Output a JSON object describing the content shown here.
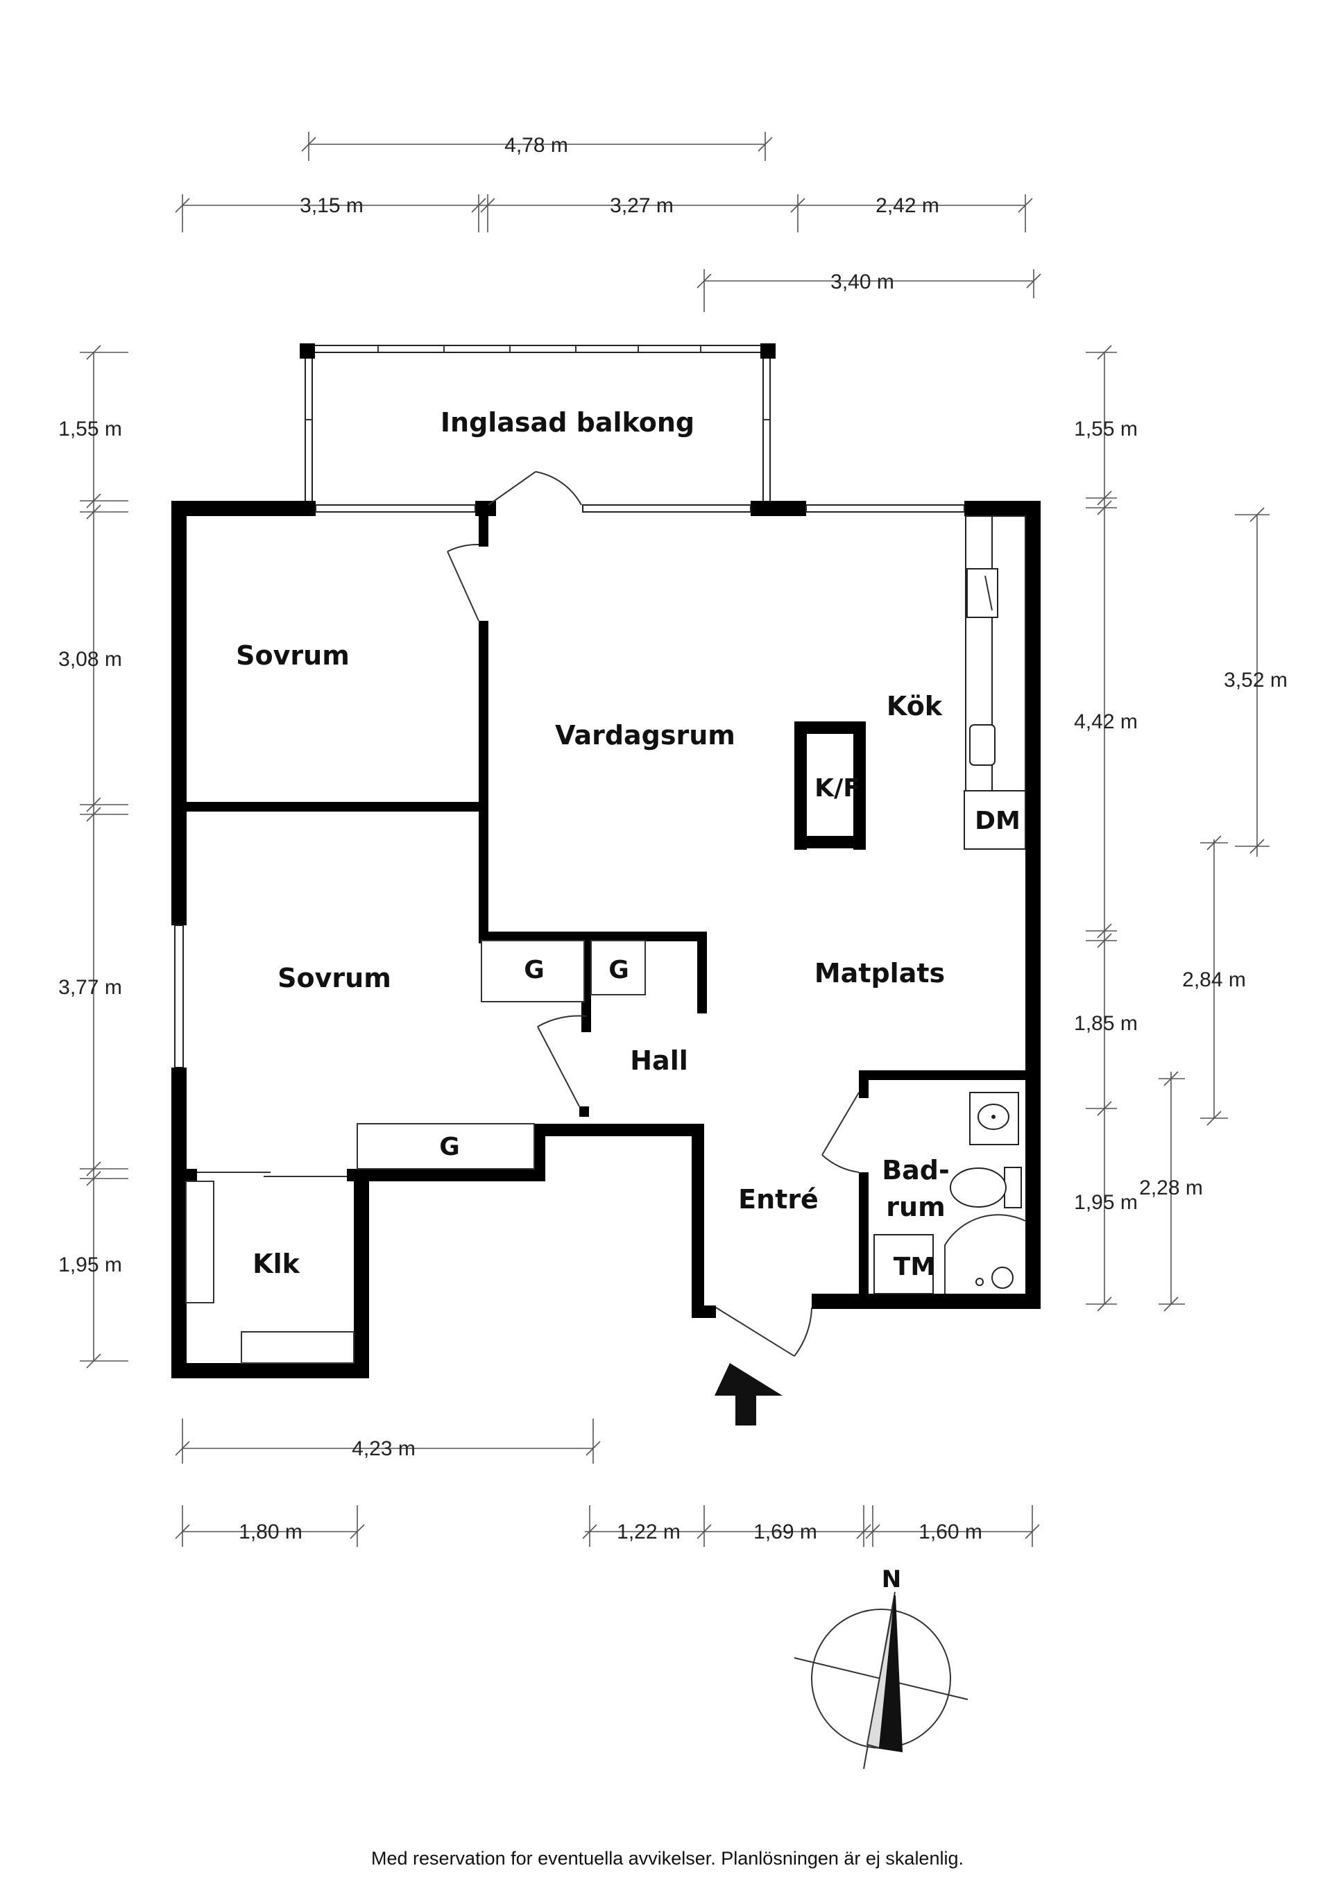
{
  "rooms": {
    "balcony": "Inglasad balkong",
    "bedroom_top": "Sovrum",
    "living": "Vardagsrum",
    "kitchen": "Kök",
    "bedroom_mid": "Sovrum",
    "dining": "Matplats",
    "hall": "Hall",
    "entrance": "Entré",
    "bath_1": "Bad-",
    "bath_2": "rum",
    "closet": "Klk"
  },
  "fixtures": {
    "fridge_freezer": "K/F",
    "dishwasher": "DM",
    "washer": "TM",
    "wardrobe_1": "G",
    "wardrobe_2": "G",
    "wardrobe_3": "G"
  },
  "dimensions": {
    "top_478": "4,78 m",
    "top_315": "3,15 m",
    "top_327": "3,27 m",
    "top_242": "2,42 m",
    "top_340": "3,40 m",
    "left_155": "1,55 m",
    "left_308": "3,08 m",
    "left_377": "3,77 m",
    "left_195": "1,95 m",
    "right_155": "1,55 m",
    "right_442": "4,42 m",
    "right_185": "1,85 m",
    "right_195": "1,95 m",
    "right_352": "3,52 m",
    "right_284": "2,84 m",
    "right_228": "2,28 m",
    "bottom_423": "4,23 m",
    "bottom_180": "1,80 m",
    "bottom_122": "1,22 m",
    "bottom_169": "1,69 m",
    "bottom_160": "1,60 m"
  },
  "compass": {
    "label": "N"
  },
  "disclaimer": "Med reservation for eventuella avvikelser. Planlösningen är ej skalenlig."
}
